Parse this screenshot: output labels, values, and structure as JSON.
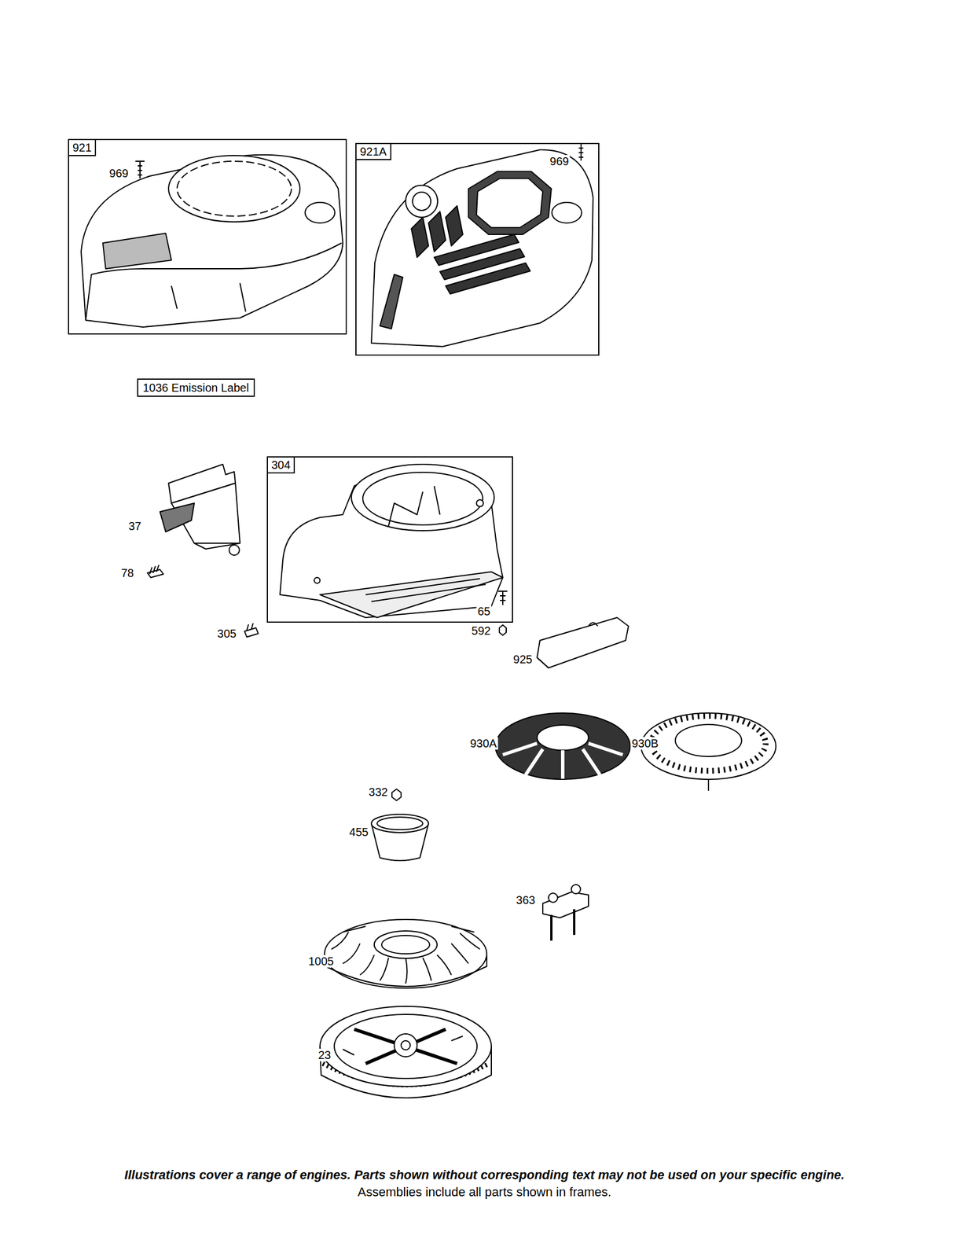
{
  "diagram": {
    "caption": "Illustrations cover a range of engines. Parts shown without corresponding text may not be used on your specific engine.",
    "nodes": [
      {
        "text": [
          "921"
        ]
      },
      {
        "text": [
          "921A"
        ]
      },
      {
        "text": [
          "1036 Emission Label"
        ]
      },
      {
        "text": [
          "304"
        ]
      }
    ],
    "labels": [
      "969",
      "969",
      "37",
      "78",
      "305",
      "65",
      "592",
      "925",
      "930A",
      "930B",
      "332",
      "455",
      "363",
      "1005",
      "23",
      "Assemblies include all parts shown in frames."
    ]
  }
}
